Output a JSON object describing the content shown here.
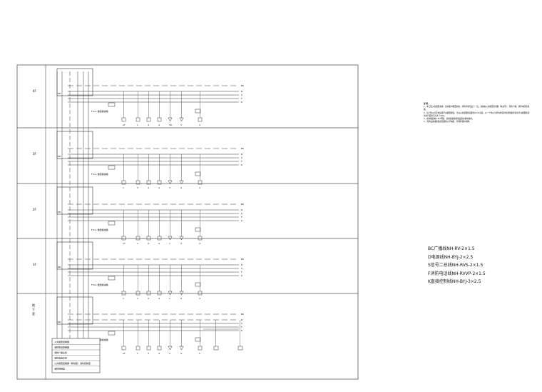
{
  "floors": [
    {
      "label": "4F",
      "box_tag": "KD",
      "panel_label": "Fm-1 楼层模块箱",
      "device_codes": [
        "2Y",
        "1",
        "4",
        "4",
        "1D",
        "3",
        "4"
      ]
    },
    {
      "label": "3F",
      "box_tag": "KD",
      "panel_label": "Fm-1 楼层模块箱",
      "device_codes": [
        "1",
        "3",
        "4",
        "4",
        "3",
        "4",
        "4"
      ]
    },
    {
      "label": "2F",
      "box_tag": "KD",
      "panel_label": "Fm-1 楼层模块箱",
      "device_codes": [
        "1Y",
        "1",
        "4",
        "4",
        "1",
        "4",
        "4"
      ]
    },
    {
      "label": "1F",
      "box_tag": "KD",
      "panel_label": "Fm-1 楼层模块箱",
      "device_codes": [
        "1",
        "1",
        "4",
        "4",
        "1",
        "4",
        "4"
      ]
    },
    {
      "label": "地下室",
      "box_tag": "KD",
      "panel_label": "Fm-1 楼层模块箱",
      "device_codes": [
        "2Y",
        "1",
        "3",
        "4",
        "2",
        "4",
        "1",
        "1"
      ]
    }
  ],
  "bus_labels": [
    "BC 广播线",
    "D 电源线",
    "S 信号二总线",
    "F 消防电话线",
    "K 直接控制线"
  ],
  "control_room": {
    "lines": [
      "火灾报警控制器",
      "消防联动控制器",
      "消防广播主机",
      "消防电话主机",
      "火灾报警控制器（联动型）消防控制室",
      "消防控制室"
    ]
  },
  "notes": {
    "title": "说 明：",
    "items": [
      "1、本工程火灾报警系统，采用集中报警系统，消防控制室设于一层，系统由火灾报警控制器（联动型）、消防广播、消防电话等组成。",
      "2、每个防火分区内设置手动报警按钮，手动火灾报警按钮距地1.5m安装，从一个防火分区内的任何位置到最邻近的手动报警按钮的步行距离不应大于30m。",
      "3、模块箱距地1.5m明装，总线短路隔离器设置在模块箱内。",
      "4、消防设备线缆采用阻燃耐火型电缆，穿钢管保护暗敷。"
    ]
  },
  "legend": [
    "BC广播线NH-RV-2×1.5",
    "D电源线NH-BYJ-2×2.5",
    "S信号二总线NH-RVS-2×1.5",
    "F消防电话线NH-RVVP-2×1.5",
    "K直接控制线NH-BYJ-3×2.5"
  ]
}
